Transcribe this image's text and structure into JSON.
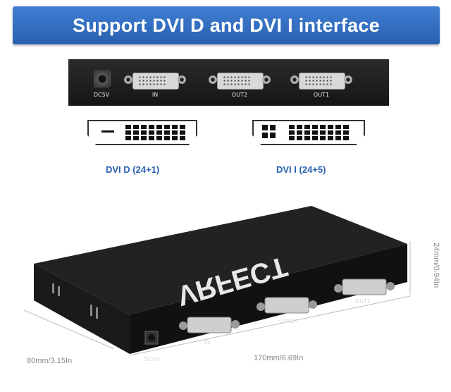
{
  "banner": {
    "title": "Support DVI D and DVI I interface"
  },
  "back_panel": {
    "ports": [
      {
        "label": "DC5V"
      },
      {
        "label": "IN"
      },
      {
        "label": "OUT2"
      },
      {
        "label": "OUT1"
      }
    ]
  },
  "connectors": [
    {
      "caption": "DVI D (24+1)"
    },
    {
      "caption": "DVI I (24+5)"
    }
  ],
  "device": {
    "brand": "VRFECT",
    "ports": [
      {
        "label": "DC5V"
      },
      {
        "label": "IN"
      },
      {
        "label": "OUT2"
      },
      {
        "label": "OUT1"
      }
    ]
  },
  "dimensions": {
    "depth": "80mm/3.15In",
    "length": "170mm/6.69In",
    "height": "24mm/0.94In"
  },
  "colors": {
    "banner": "#2a5fb0",
    "caption": "#2a5fb0",
    "device": "#1a1a1a"
  }
}
